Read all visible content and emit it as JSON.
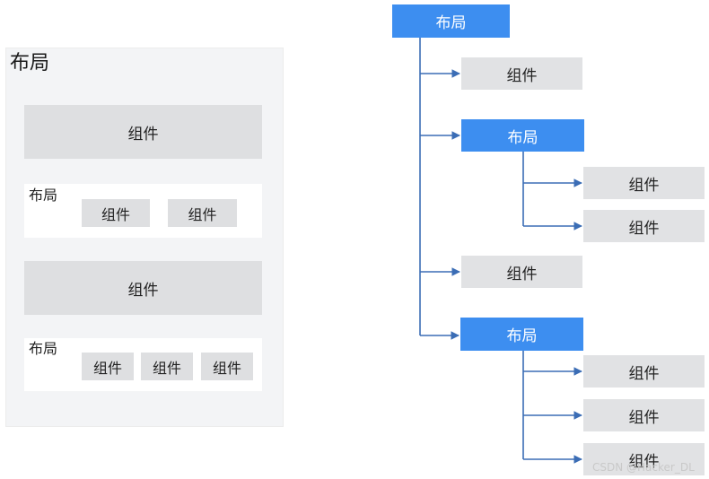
{
  "left": {
    "title": "布局",
    "wide_component_1": "组件",
    "row_1": {
      "label": "布局",
      "components": [
        "组件",
        "组件"
      ]
    },
    "wide_component_2": "组件",
    "row_2": {
      "label": "布局",
      "components": [
        "组件",
        "组件",
        "组件"
      ]
    }
  },
  "tree": {
    "root": "布局",
    "child_1": "组件",
    "child_2": {
      "label": "布局",
      "children": [
        "组件",
        "组件"
      ]
    },
    "child_3": "组件",
    "child_4": {
      "label": "布局",
      "children": [
        "组件",
        "组件",
        "组件"
      ]
    }
  },
  "colors": {
    "layout_node": "#3d8ef0",
    "component_node": "#e1e2e4",
    "connector": "#3b6db5",
    "panel_bg": "#f3f4f6"
  },
  "watermark": "CSDN @Hacker_DL"
}
